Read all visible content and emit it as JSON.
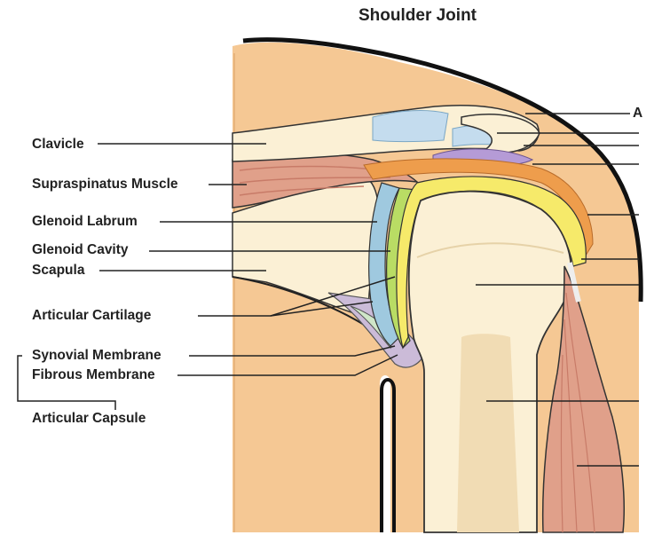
{
  "title": "Shoulder Joint",
  "labels_left": {
    "clavicle": "Clavicle",
    "supraspinatus": "Supraspinatus Muscle",
    "glenoid_labrum": "Glenoid Labrum",
    "glenoid_cavity": "Glenoid Cavity",
    "scapula": "Scapula",
    "articular_cartilage": "Articular Cartilage",
    "synovial_membrane": "Synovial Membrane",
    "fibrous_membrane": "Fibrous Membrane",
    "articular_capsule": "Articular Capsule"
  },
  "labels_right": {
    "partial_a": "A"
  },
  "colors": {
    "skin": "#f5c894",
    "skin_outline": "#111111",
    "bone": "#fbf0d5",
    "bone_shade": "#f1dcb4",
    "muscle": "#e0a08a",
    "muscle_stripe": "#c87b68",
    "ligament_blue": "#c4dcee",
    "cartilage_yellow": "#f6ea6a",
    "labrum_blue": "#9fc9df",
    "cavity_green": "#b9dc64",
    "orange_tendon": "#ee9d4c",
    "bursa_purple": "#b59bd6",
    "capsule_purple": "#cbbbd8",
    "line": "#222222"
  }
}
